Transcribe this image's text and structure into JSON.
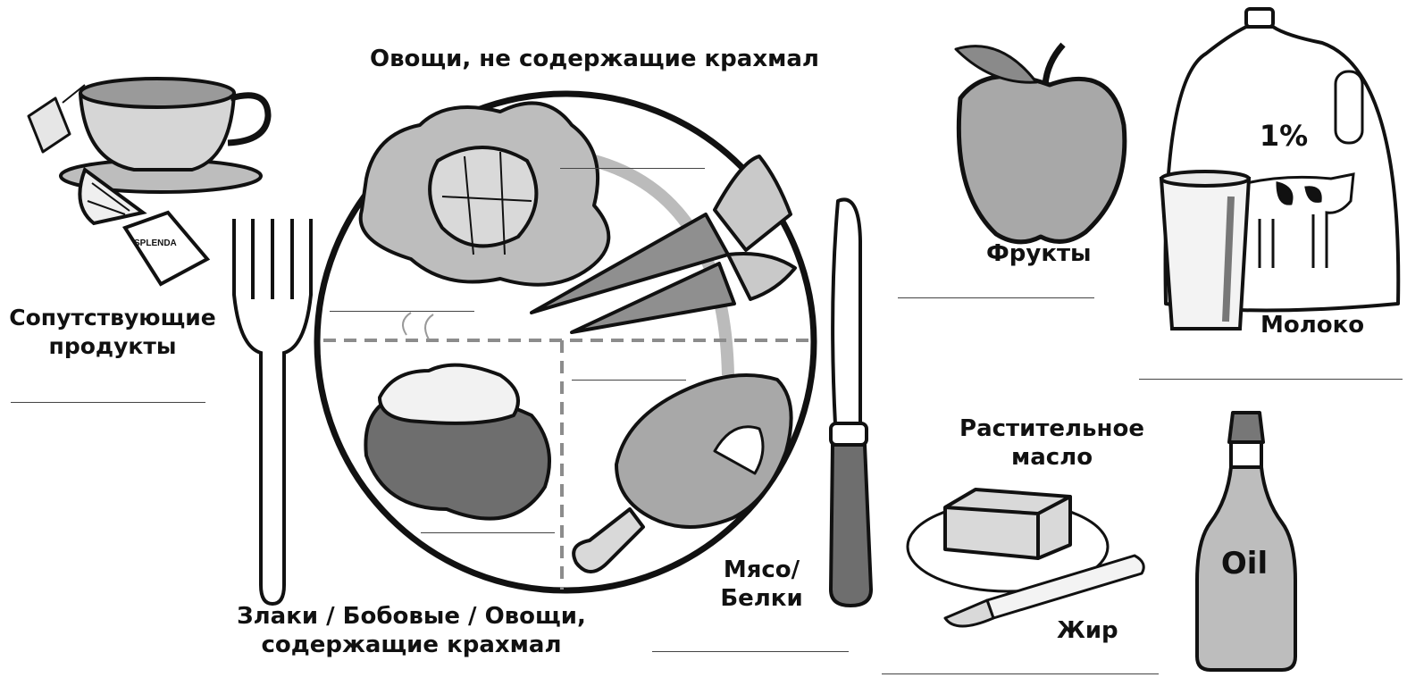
{
  "labels": {
    "non_starchy_veg": "Овощи, не содержащие крахмал",
    "extras": "Сопутствующие продукты",
    "fruits": "Фрукты",
    "milk": "Молоко",
    "meat": "Мясо/ Белки",
    "grains": "Злаки / Бобовые / Овощи, содержащие крахмал",
    "veg_oil": "Растительное масло",
    "fat": "Жир",
    "milk_percent": "1%",
    "oil_bottle": "Oil",
    "sweetener": "SPLENDA"
  },
  "colors": {
    "line": "#222222",
    "gray_light": "#d9d9d9",
    "gray_mid": "#a6a6a6",
    "gray_dark": "#6e6e6e",
    "dashed": "#8c8c8c"
  }
}
